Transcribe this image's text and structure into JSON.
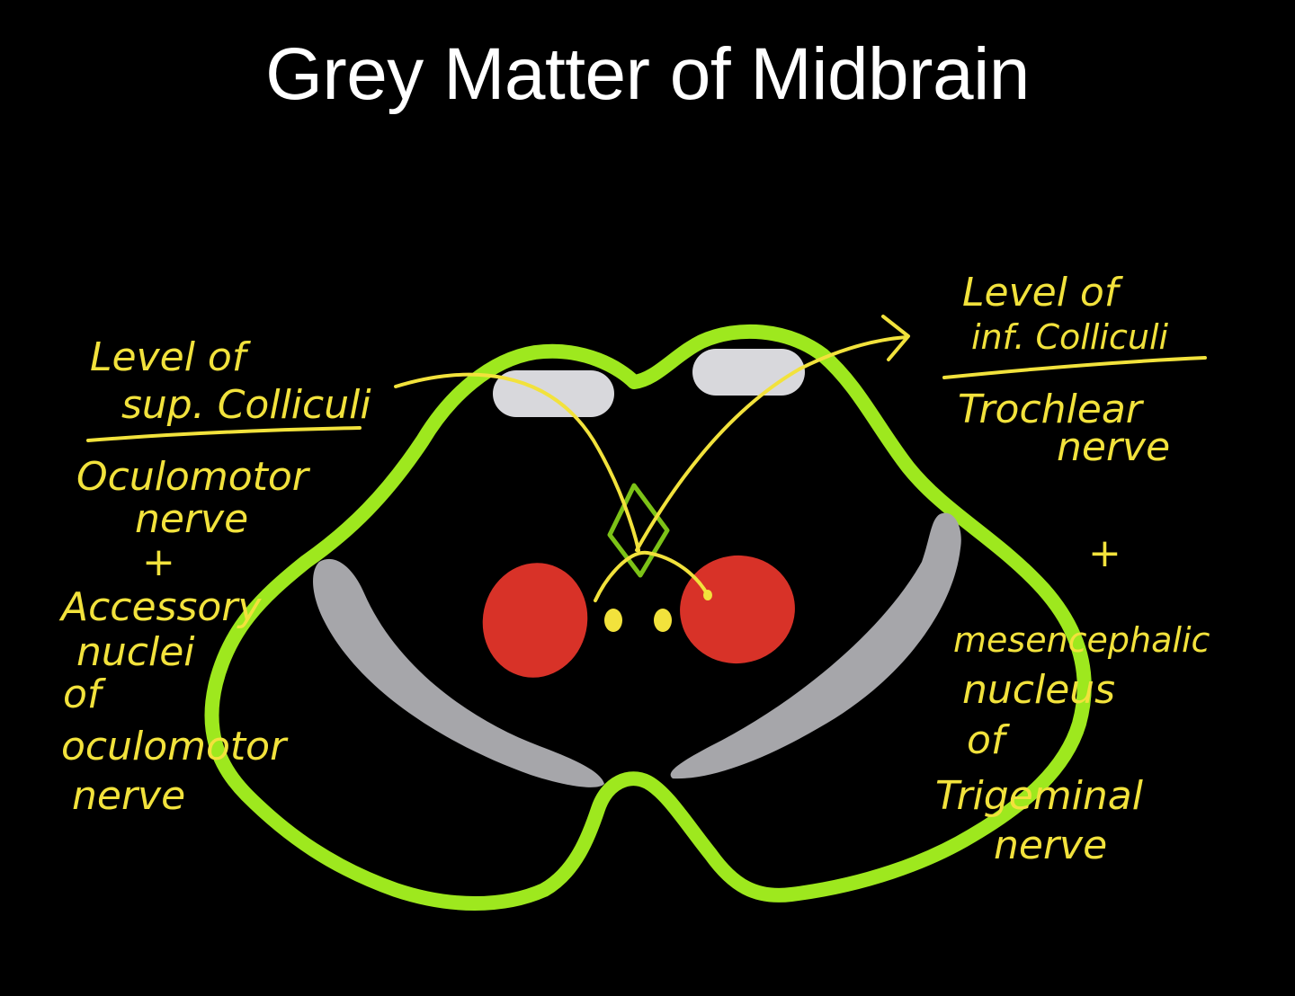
{
  "title": "Grey Matter of Midbrain",
  "colors": {
    "background": "#000000",
    "outline": "#9ee81e",
    "annotation": "#f2e23c",
    "grey_matter": "#d8d8dc",
    "substantia_nigra": "#a6a6aa",
    "red_nucleus": "#d83228"
  },
  "labels": {
    "left": {
      "heading_line1": "Level of",
      "heading_line2": "sup. Colliculi",
      "line1": "Oculomotor",
      "line2": "nerve",
      "plus": "+",
      "line3": "Accessory",
      "line4": "nuclei",
      "line5": "of",
      "line6": "oculomotor",
      "line7": "nerve"
    },
    "right": {
      "heading_line1": "Level of",
      "heading_line2": "inf. Colliculi",
      "line1": "Trochlear",
      "line2": "nerve",
      "plus": "+",
      "line3": "mesencephalic",
      "line4": "nucleus",
      "line5": "of",
      "line6": "Trigeminal",
      "line7": "nerve"
    }
  }
}
